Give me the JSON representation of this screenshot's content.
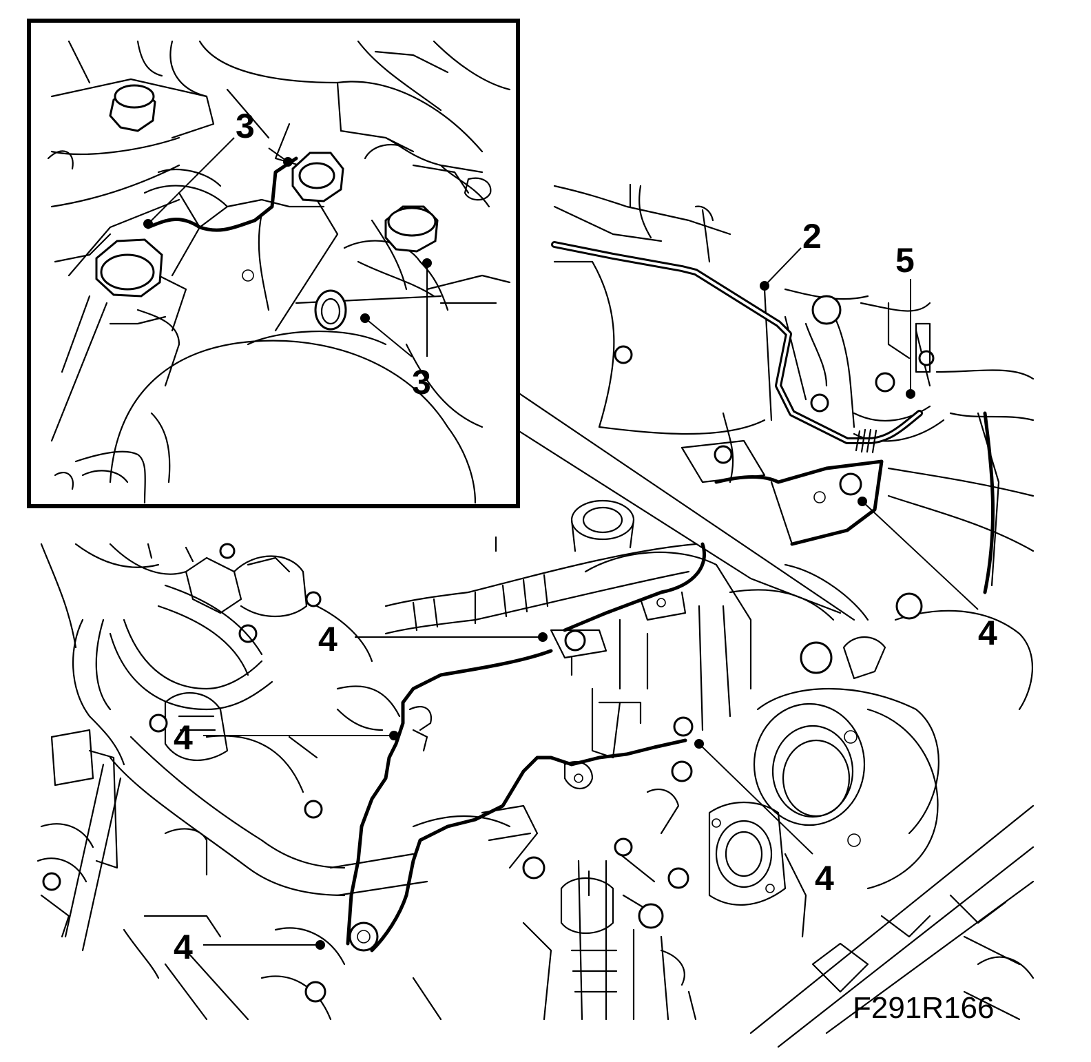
{
  "figure": {
    "reference": "F291R166"
  },
  "callouts": {
    "pipe": "2",
    "inset_top": "3",
    "inset_bottom": "3",
    "bracket_right": "4",
    "bolt_center": "4",
    "clip_left": "4",
    "bolt_lower_left": "4",
    "bolt_lower_right": "4",
    "hose_connection": "5"
  }
}
